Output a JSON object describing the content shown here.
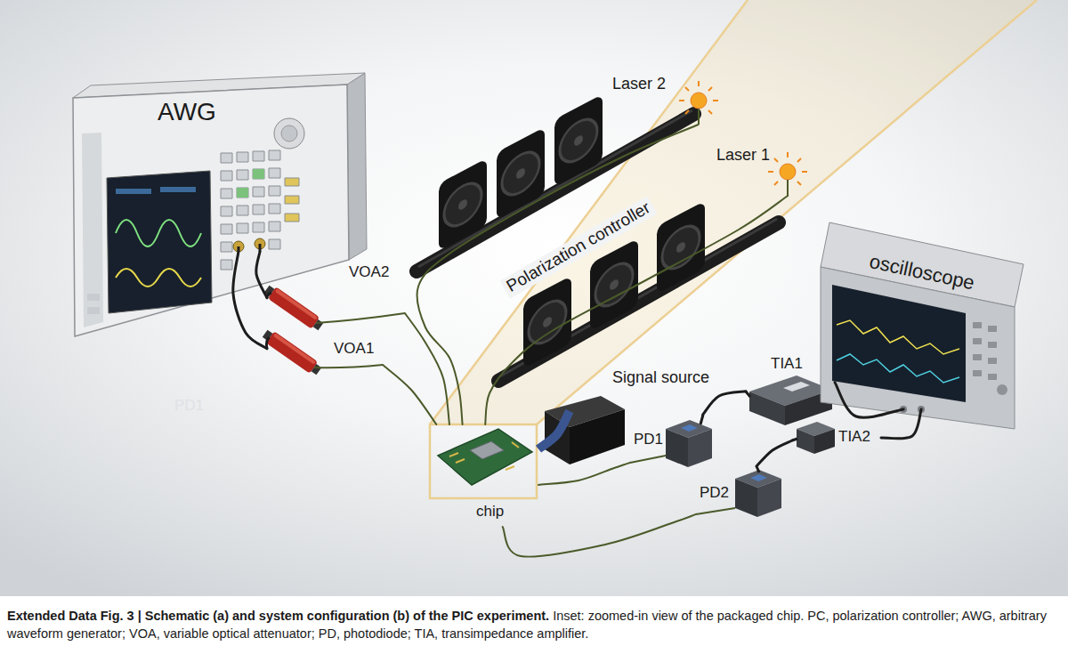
{
  "diagram": {
    "caption": "Extended Data Fig. 3 | Schematic (a) and system configuration (b) of the PIC experiment.",
    "nodes": [
      {
        "text": [
          "AWG"
        ]
      },
      {
        "text": [
          "Laser 2"
        ]
      },
      {
        "text": [
          "Laser 1"
        ]
      },
      {
        "text": [
          "oscilloscope"
        ]
      },
      {
        "text": [
          "VOA2"
        ]
      },
      {
        "text": [
          "VOA1"
        ]
      },
      {
        "text": [
          "Signal source"
        ]
      },
      {
        "text": [
          "TIA1"
        ]
      },
      {
        "text": [
          "PD1"
        ]
      },
      {
        "text": [
          "TIA2"
        ]
      },
      {
        "text": [
          "chip"
        ]
      },
      {
        "text": [
          "PD2"
        ]
      }
    ],
    "edges": [
      {
        "from": 0,
        "to": 4,
        "arrow": "none"
      },
      {
        "from": 0,
        "to": 5,
        "arrow": "none"
      },
      {
        "from": 4,
        "to": 10,
        "arrow": "none"
      },
      {
        "from": 5,
        "to": 10,
        "arrow": "none"
      },
      {
        "from": 1,
        "to": 10,
        "arrow": "none"
      },
      {
        "from": 2,
        "to": 10,
        "arrow": "none"
      },
      {
        "from": 6,
        "to": 10,
        "arrow": "none"
      },
      {
        "from": 10,
        "to": 8,
        "arrow": "none"
      },
      {
        "from": 10,
        "to": 11,
        "arrow": "none"
      },
      {
        "from": 8,
        "to": 7,
        "arrow": "none"
      },
      {
        "from": 11,
        "to": 9,
        "arrow": "none"
      },
      {
        "from": 7,
        "to": 3,
        "arrow": "none"
      },
      {
        "from": 9,
        "to": 3,
        "arrow": "none"
      }
    ],
    "labels": [
      "Polarization controller",
      "PD1",
      "Inset: zoomed-in view of the packaged chip. PC, polarization controller; AWG, arbitrary waveform generator; VOA, variable optical attenuator; PD, photodiode; TIA, transimpedance amplifier."
    ]
  }
}
